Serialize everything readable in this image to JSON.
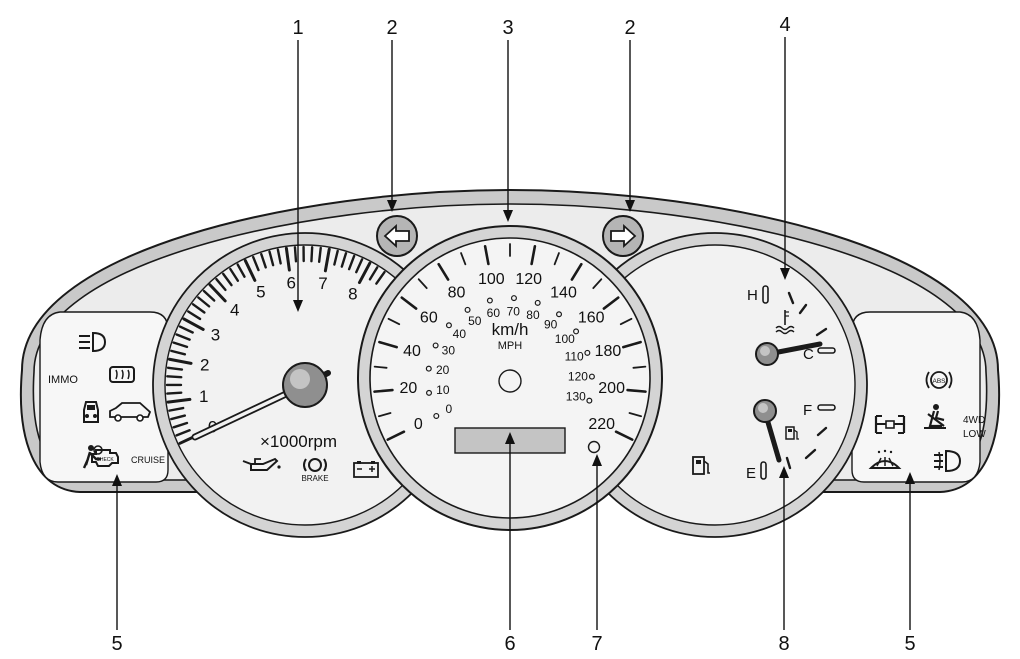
{
  "callouts": [
    "1",
    "2",
    "3",
    "2",
    "4",
    "5",
    "6",
    "7",
    "8",
    "5"
  ],
  "tachometer": {
    "numbers": [
      "0",
      "1",
      "2",
      "3",
      "4",
      "5",
      "6",
      "7",
      "8"
    ],
    "unit": "×1000rpm"
  },
  "speedometer": {
    "kmh_numbers": [
      "0",
      "20",
      "40",
      "60",
      "80",
      "100",
      "120",
      "140",
      "160",
      "180",
      "200",
      "220"
    ],
    "mph_numbers": [
      "0",
      "10",
      "20",
      "30",
      "40",
      "50",
      "60",
      "70",
      "80",
      "90",
      "100",
      "110",
      "120",
      "130"
    ],
    "unit_kmh": "km/h",
    "unit_mph": "MPH"
  },
  "temp_gauge": {
    "high": "H",
    "cold": "C"
  },
  "fuel_gauge": {
    "full": "F",
    "empty": "E"
  },
  "left_panel": {
    "immo": "IMMO",
    "cruise": "CRUISE"
  },
  "right_panel": {
    "abs": "ABS",
    "four_wd_line1": "4WD",
    "four_wd_line2": "LOW"
  },
  "lamps": {
    "brake": "BRAKE",
    "check": "CHECK"
  },
  "colors": {
    "panel": "#ececec",
    "bezel": "#b9b9b9",
    "outline": "#1a1a1a",
    "display": "#c4c4c4"
  }
}
